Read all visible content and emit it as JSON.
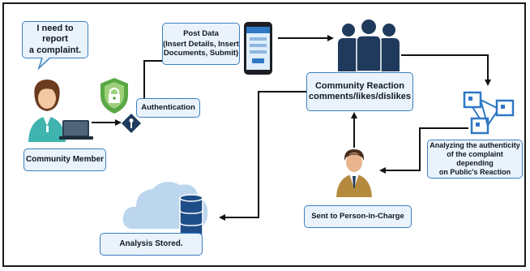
{
  "nodes": {
    "speech_line1": "I need to report",
    "speech_line2": "a complaint.",
    "community_member": "Community Member",
    "authentication": "Authentication",
    "post_title": "Post Data",
    "post_line1": "(Insert Details, Insert",
    "post_line2": "Documents, Submit)",
    "reaction_line1": "Community Reaction",
    "reaction_line2": "comments/likes/dislikes",
    "analyze_line1": "Analyzing the authenticity",
    "analyze_line2": "of the complaint depending",
    "analyze_line3": "on Public's Reaction",
    "person_in_charge": "Sent to Person-in-Charge",
    "analysis_stored": "Analysis Stored."
  },
  "icons": [
    "person-with-laptop-icon",
    "shield-lock-icon",
    "key-badge-icon",
    "smartphone-icon",
    "people-group-icon",
    "network-analysis-icon",
    "businessman-icon",
    "cloud-database-icon"
  ],
  "colors": {
    "box_fill": "#eaf3fb",
    "box_border": "#3b7fc1",
    "arrow": "#111111",
    "shield": "#5aa845",
    "people": "#1f3a5c",
    "cloud": "#bcd6ee",
    "database": "#1d4e87"
  }
}
